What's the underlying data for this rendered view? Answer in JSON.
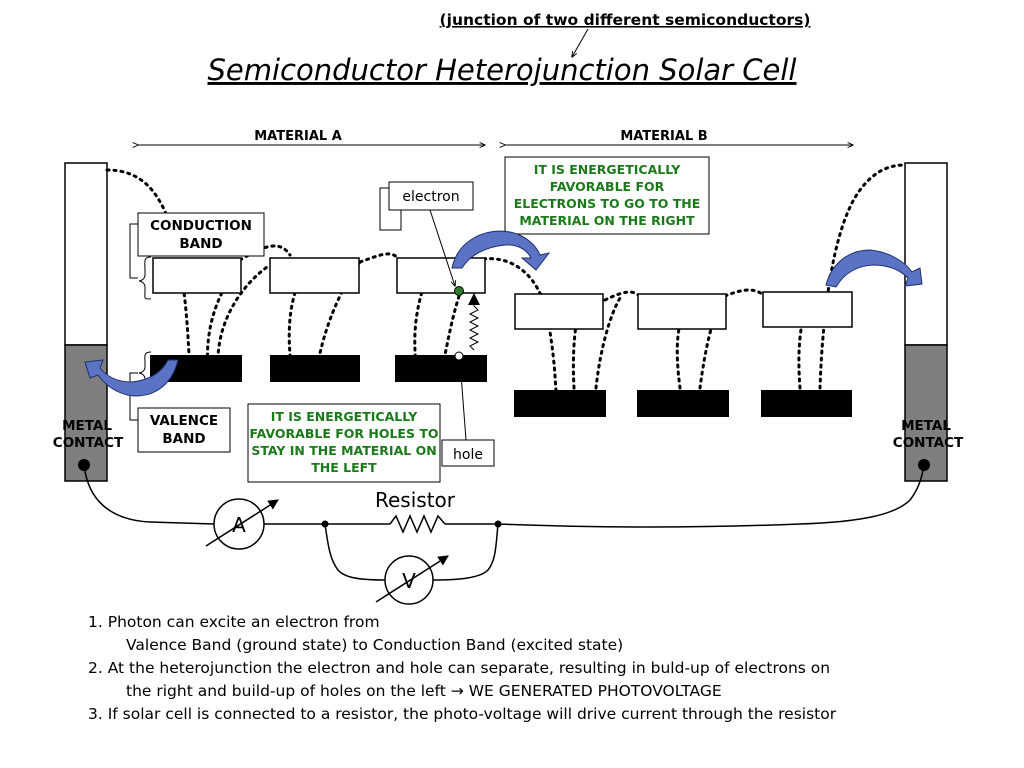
{
  "header": {
    "subtitle": "(junction of two different semiconductors)",
    "title": "Semiconductor Heterojunction Solar Cell"
  },
  "materials": {
    "a": "MATERIAL A",
    "b": "MATERIAL B"
  },
  "labels": {
    "conduction_band_1": "CONDUCTION",
    "conduction_band_2": "BAND",
    "valence_band_1": "VALENCE",
    "valence_band_2": "BAND",
    "metal_contact_left_1": "METAL",
    "metal_contact_left_2": "CONTACT",
    "metal_contact_right_1": "METAL",
    "metal_contact_right_2": "CONTACT",
    "electron": "electron",
    "hole": "hole",
    "resistor": "Resistor",
    "ammeter": "A",
    "voltmeter": "V"
  },
  "callouts": {
    "electrons": [
      "IT IS ENERGETICALLY",
      "FAVORABLE FOR",
      "ELECTRONS TO GO TO THE",
      "MATERIAL ON THE RIGHT"
    ],
    "holes": [
      "IT IS ENERGETICALLY",
      "FAVORABLE FOR HOLES TO",
      "STAY IN THE MATERIAL ON",
      "THE LEFT"
    ]
  },
  "notes": {
    "n1_line1": "1. Photon can excite an electron from",
    "n1_line2": "Valence Band (ground state) to Conduction Band (excited state)",
    "n2_line1": "2. At the heterojunction the electron and hole can separate, resulting in buld-up of electrons on",
    "n2_line2a": "the right and build-up of holes on the left",
    "n2_arrow": "→",
    "n2_line2b": "WE GENERATED PHOTOVOLTAGE",
    "n3_line1": "3. If solar cell is connected to a resistor, the photo-voltage will drive current through the resistor"
  },
  "colors": {
    "callout_text": "#1a7a1a",
    "curved_arrow_fill": "#5b73c4",
    "metal_contact_dark": "#7f7f7f",
    "electron_dot": "#2e7d2e"
  }
}
